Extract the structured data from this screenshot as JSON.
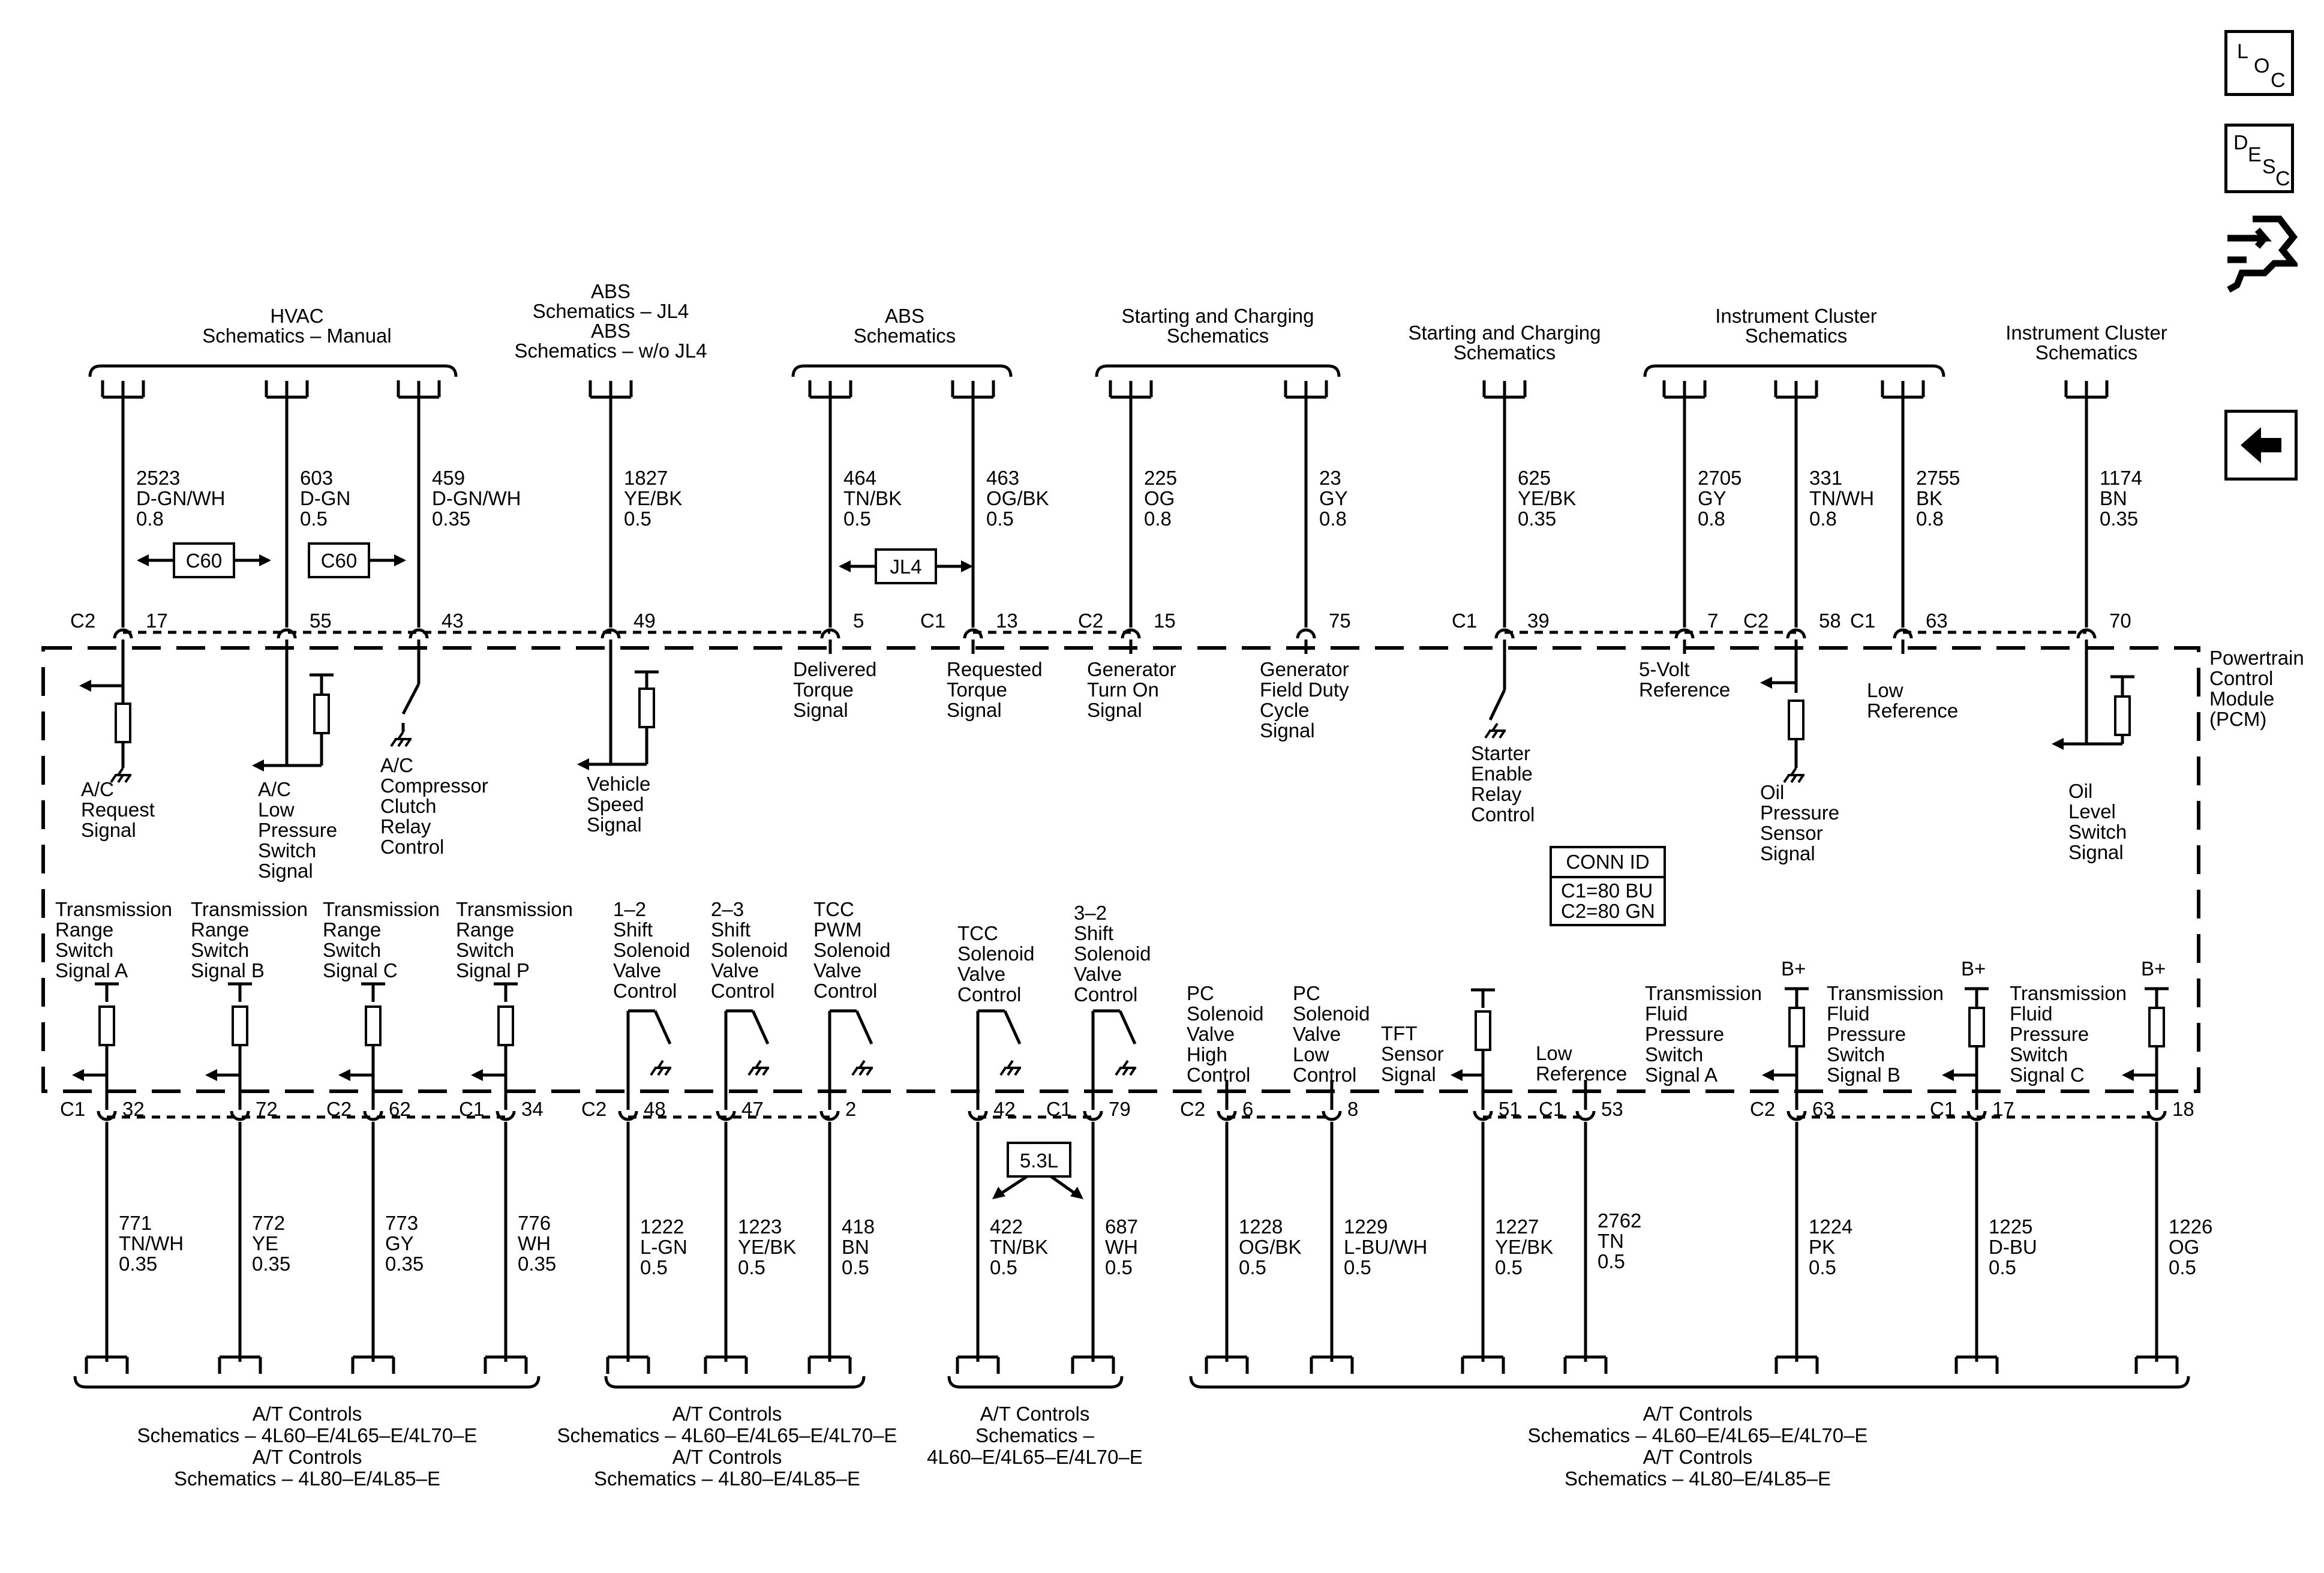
{
  "sidebar": {
    "loc": [
      "L",
      "O",
      "C"
    ],
    "desc": [
      "D",
      "E",
      "S",
      "C"
    ],
    "connector_icon": "connector-icon",
    "back_icon": "back-arrow-icon"
  },
  "module": {
    "lines": [
      "Powertrain",
      "Control",
      "Module",
      "(PCM)"
    ]
  },
  "conn_id": {
    "title": "CONN ID",
    "c1": "C1=80 BU",
    "c2": "C2=80 GN"
  },
  "top_groups": [
    {
      "lines": [
        "HVAC",
        "Schematics – Manual"
      ]
    },
    {
      "lines": [
        "ABS",
        "Schematics – JL4",
        "ABS",
        "Schematics – w/o JL4"
      ]
    },
    {
      "lines": [
        "ABS",
        "Schematics"
      ]
    },
    {
      "lines": [
        "Starting and Charging",
        "Schematics"
      ]
    },
    {
      "lines": [
        "Starting and Charging",
        "Schematics"
      ]
    },
    {
      "lines": [
        "Instrument Cluster",
        "Schematics"
      ]
    },
    {
      "lines": [
        "Instrument Cluster",
        "Schematics"
      ]
    }
  ],
  "top_wires": [
    {
      "circuit": "2523",
      "color": "D-GN/WH",
      "gauge": "0.8",
      "conn": "C2",
      "pin": "17",
      "label": [
        "A/C",
        "Request",
        "Signal"
      ]
    },
    {
      "circuit": "603",
      "color": "D-GN",
      "gauge": "0.5",
      "conn": "",
      "pin": "55",
      "label": [
        "A/C",
        "Low",
        "Pressure",
        "Switch",
        "Signal"
      ]
    },
    {
      "circuit": "459",
      "color": "D-GN/WH",
      "gauge": "0.35",
      "conn": "",
      "pin": "43",
      "label": [
        "A/C",
        "Compressor",
        "Clutch",
        "Relay",
        "Control"
      ]
    },
    {
      "circuit": "1827",
      "color": "YE/BK",
      "gauge": "0.5",
      "conn": "",
      "pin": "49",
      "label": [
        "Vehicle",
        "Speed",
        "Signal"
      ]
    },
    {
      "circuit": "464",
      "color": "TN/BK",
      "gauge": "0.5",
      "conn": "",
      "pin": "5",
      "label": [
        "Delivered",
        "Torque",
        "Signal"
      ]
    },
    {
      "circuit": "463",
      "color": "OG/BK",
      "gauge": "0.5",
      "conn": "C1",
      "pin": "13",
      "label": [
        "Requested",
        "Torque",
        "Signal"
      ]
    },
    {
      "circuit": "225",
      "color": "OG",
      "gauge": "0.8",
      "conn": "C2",
      "pin": "15",
      "label": [
        "Generator",
        "Turn On",
        "Signal"
      ]
    },
    {
      "circuit": "23",
      "color": "GY",
      "gauge": "0.8",
      "conn": "",
      "pin": "75",
      "label": [
        "Generator",
        "Field Duty",
        "Cycle",
        "Signal"
      ]
    },
    {
      "circuit": "625",
      "color": "YE/BK",
      "gauge": "0.35",
      "conn": "C1",
      "pin": "39",
      "label": [
        "Starter",
        "Enable",
        "Relay",
        "Control"
      ]
    },
    {
      "circuit": "2705",
      "color": "GY",
      "gauge": "0.8",
      "conn": "",
      "pin": "7",
      "label": [
        "5-Volt",
        "Reference"
      ]
    },
    {
      "circuit": "331",
      "color": "TN/WH",
      "gauge": "0.8",
      "conn": "C2",
      "pin": "58",
      "label": [
        "Oil",
        "Pressure",
        "Sensor",
        "Signal"
      ]
    },
    {
      "circuit": "2755",
      "color": "BK",
      "gauge": "0.8",
      "conn": "C1",
      "pin": "63",
      "label": [
        "Low",
        "Reference"
      ]
    },
    {
      "circuit": "1174",
      "color": "BN",
      "gauge": "0.35",
      "conn": "",
      "pin": "70",
      "label": [
        "Oil",
        "Level",
        "Switch",
        "Signal"
      ]
    }
  ],
  "top_tags": [
    "C60",
    "C60",
    "JL4"
  ],
  "bottom_wires": [
    {
      "circuit": "771",
      "color": "TN/WH",
      "gauge": "0.35",
      "conn": "C1",
      "pin": "32",
      "label": [
        "Transmission",
        "Range",
        "Switch",
        "Signal A"
      ]
    },
    {
      "circuit": "772",
      "color": "YE",
      "gauge": "0.35",
      "conn": "",
      "pin": "72",
      "label": [
        "Transmission",
        "Range",
        "Switch",
        "Signal B"
      ]
    },
    {
      "circuit": "773",
      "color": "GY",
      "gauge": "0.35",
      "conn": "C2",
      "pin": "62",
      "label": [
        "Transmission",
        "Range",
        "Switch",
        "Signal C"
      ]
    },
    {
      "circuit": "776",
      "color": "WH",
      "gauge": "0.35",
      "conn": "C1",
      "pin": "34",
      "label": [
        "Transmission",
        "Range",
        "Switch",
        "Signal P"
      ]
    },
    {
      "circuit": "1222",
      "color": "L-GN",
      "gauge": "0.5",
      "conn": "C2",
      "pin": "48",
      "label": [
        "1–2",
        "Shift",
        "Solenoid",
        "Valve",
        "Control"
      ]
    },
    {
      "circuit": "1223",
      "color": "YE/BK",
      "gauge": "0.5",
      "conn": "",
      "pin": "47",
      "label": [
        "2–3",
        "Shift",
        "Solenoid",
        "Valve",
        "Control"
      ]
    },
    {
      "circuit": "418",
      "color": "BN",
      "gauge": "0.5",
      "conn": "",
      "pin": "2",
      "label": [
        "TCC",
        "PWM",
        "Solenoid",
        "Valve",
        "Control"
      ]
    },
    {
      "circuit": "422",
      "color": "TN/BK",
      "gauge": "0.5",
      "conn": "",
      "pin": "42",
      "label": [
        "TCC",
        "Solenoid",
        "Valve",
        "Control"
      ]
    },
    {
      "circuit": "687",
      "color": "WH",
      "gauge": "0.5",
      "conn": "C1",
      "pin": "79",
      "label": [
        "3–2",
        "Shift",
        "Solenoid",
        "Valve",
        "Control"
      ]
    },
    {
      "circuit": "1228",
      "color": "OG/BK",
      "gauge": "0.5",
      "conn": "C2",
      "pin": "6",
      "label": [
        "PC",
        "Solenoid",
        "Valve",
        "High",
        "Control"
      ]
    },
    {
      "circuit": "1229",
      "color": "L-BU/WH",
      "gauge": "0.5",
      "conn": "",
      "pin": "8",
      "label": [
        "PC",
        "Solenoid",
        "Valve",
        "Low",
        "Control"
      ]
    },
    {
      "circuit": "1227",
      "color": "YE/BK",
      "gauge": "0.5",
      "conn": "",
      "pin": "51",
      "label": [
        "TFT",
        "Sensor",
        "Signal"
      ]
    },
    {
      "circuit": "2762",
      "color": "TN",
      "gauge": "0.5",
      "conn": "C1",
      "pin": "53",
      "label": [
        "Low",
        "Reference"
      ]
    },
    {
      "circuit": "1224",
      "color": "PK",
      "gauge": "0.5",
      "conn": "C2",
      "pin": "63",
      "label": [
        "Transmission",
        "Fluid",
        "Pressure",
        "Switch",
        "Signal A"
      ]
    },
    {
      "circuit": "1225",
      "color": "D-BU",
      "gauge": "0.5",
      "conn": "C1",
      "pin": "17",
      "label": [
        "Transmission",
        "Fluid",
        "Pressure",
        "Switch",
        "Signal B"
      ]
    },
    {
      "circuit": "1226",
      "color": "OG",
      "gauge": "0.5",
      "conn": "",
      "pin": "18",
      "label": [
        "Transmission",
        "Fluid",
        "Pressure",
        "Switch",
        "Signal C"
      ]
    }
  ],
  "bplus": "B+",
  "tag_53l": "5.3L",
  "bottom_groups": [
    {
      "lines": [
        "A/T Controls",
        "Schematics – 4L60–E/4L65–E/4L70–E",
        "A/T Controls",
        "Schematics – 4L80–E/4L85–E"
      ]
    },
    {
      "lines": [
        "A/T Controls",
        "Schematics – 4L60–E/4L65–E/4L70–E",
        "A/T Controls",
        "Schematics – 4L80–E/4L85–E"
      ]
    },
    {
      "lines": [
        "A/T Controls",
        "Schematics –",
        "4L60–E/4L65–E/4L70–E"
      ]
    },
    {
      "lines": [
        "A/T Controls",
        "Schematics – 4L60–E/4L65–E/4L70–E",
        "A/T Controls",
        "Schematics – 4L80–E/4L85–E"
      ]
    }
  ]
}
